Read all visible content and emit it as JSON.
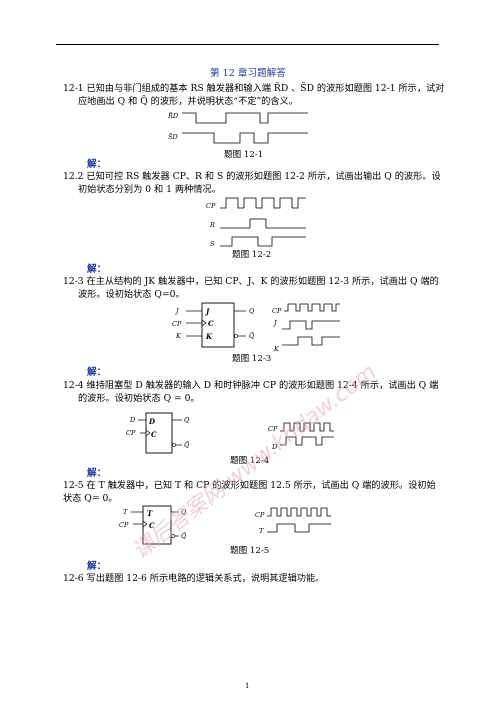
{
  "header": {
    "title": "第 12 章习题解答"
  },
  "problems": [
    {
      "line1": "12-1  已知由与非门组成的基本 RS 触发器和输入端 R̄D 、S̄D 的波形如题图 12-1 所示，试对",
      "line2": "应地画出 Q 和 Q̄ 的波形，并说明状态“不定”的含义。",
      "caption": "题图  12-1",
      "labels": [
        "R̄D",
        "S̄D"
      ]
    },
    {
      "line1": "12.2  已知可控 RS 触发器 CP、R 和 S 的波形如题图 12-2 所示，试画出输出 Q 的波形。设",
      "line2": "初始状态分别为 0 和 1 两种情况。",
      "caption": "题图 12-2",
      "labels": [
        "CP",
        "R",
        "S"
      ]
    },
    {
      "line1": "12-3  在主从结构的 JK 触发器中，已知 CP、J、K 的波形如题图 12-3 所示，试画出 Q 端的",
      "line2": "波形。设初始状态 Q=0。",
      "caption": "题图 12-3",
      "labels": [
        "J",
        "CP",
        "K",
        "Q",
        "Q̄",
        "CP",
        "J",
        "K"
      ]
    },
    {
      "line1": "12-4  维持阻塞型 D 触发器的输入 D 和时钟脉冲 CP 的波形如题图 12-4 所示，试画出 Q 端",
      "line2": "的波形。设初始状态 Q = 0。",
      "caption": "题图 12-4",
      "labels": [
        "D",
        "CP",
        "Q",
        "Q̄",
        "CP",
        "D"
      ]
    },
    {
      "line1": "12-5  在 T 触发器中，已知 T 和 CP 的波形如题图 12.5 所示，试画出 Q 端的波形。设初始",
      "line2": "状态 Q= 0。",
      "caption": "题图 12-5",
      "labels": [
        "T",
        "CP",
        "Q",
        "Q̄",
        "CP",
        "T"
      ]
    },
    {
      "line1": "12-6  写出题图 12-6 所示电路的逻辑关系式，说明其逻辑功能。"
    }
  ],
  "answer_label": "解：",
  "watermark": "课后答案网 www.khdaw.com",
  "page_number": "1"
}
